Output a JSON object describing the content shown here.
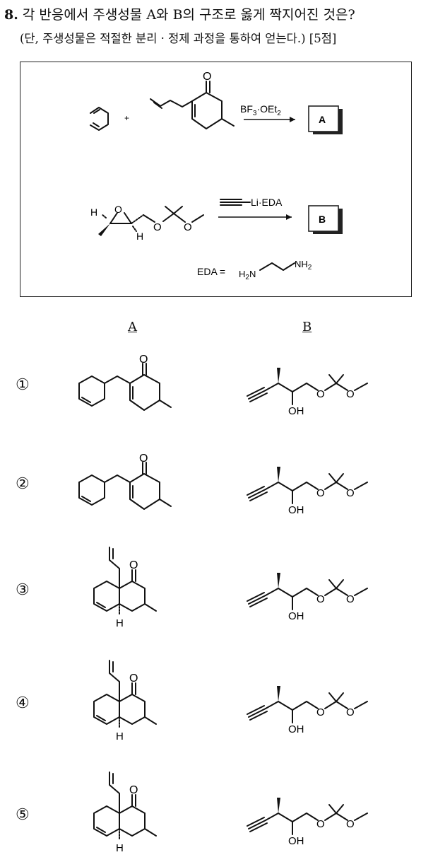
{
  "question": {
    "number": "8.",
    "text": "각 반응에서 주생성물 A와 B의 구조로 옳게 짝지어진 것은?",
    "note": "(단, 주생성물은 적절한 분리 · 정제 과정을 통하여 얻는다.) [5점]"
  },
  "scheme": {
    "plus": "+",
    "reagent1": {
      "pre": "BF",
      "sub1": "3",
      "mid": "·OEt",
      "sub2": "2"
    },
    "product1": "A",
    "reagent2": "Li·EDA",
    "product2": "B",
    "edaLabel": "EDA =",
    "nh2Right": "NH",
    "nh2RightSub": "2",
    "h2nLeft": "H",
    "h2nLeftSub": "2",
    "h2nLeftN": "N",
    "epoxideO": "O",
    "etherO1": "O",
    "etherO2": "O",
    "hLabel1": "H",
    "hLabel2": "H",
    "ketoneO": "O"
  },
  "columns": {
    "a": "A",
    "b": "B"
  },
  "options": [
    {
      "num": "①",
      "O": "O",
      "ohLabel": "OH",
      "o1": "O",
      "o2": "O"
    },
    {
      "num": "②",
      "O": "O",
      "ohLabel": "OH",
      "o1": "O",
      "o2": "O"
    },
    {
      "num": "③",
      "O": "O",
      "H": "H",
      "ohLabel": "OH",
      "o1": "O",
      "o2": "O"
    },
    {
      "num": "④",
      "O": "O",
      "H": "H",
      "ohLabel": "OH",
      "o1": "O",
      "o2": "O"
    },
    {
      "num": "⑤",
      "O": "O",
      "H": "H",
      "ohLabel": "OH",
      "o1": "O",
      "o2": "O"
    }
  ]
}
